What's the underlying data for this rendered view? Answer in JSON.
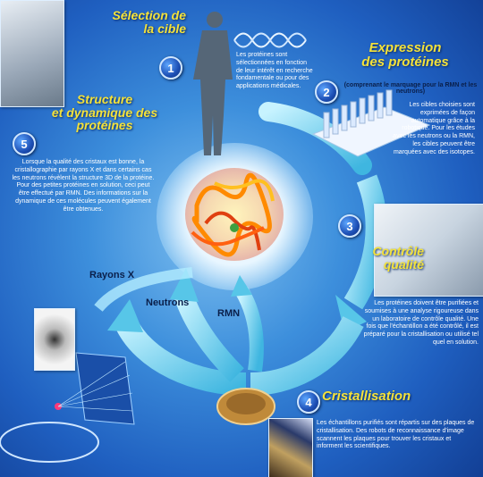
{
  "steps": [
    {
      "number": "1",
      "title_line1": "Sélection de",
      "title_line2": "la cible",
      "text": "Les protéines sont sélectionnées en fonction de leur intérêt en recherche fondamentale ou pour des applications médicales."
    },
    {
      "number": "2",
      "title_line1": "Expression",
      "title_line2": "des protéines",
      "subtitle": "(comprenant le marquage pour la RMN et les neutrons)",
      "text": "Les cibles choisies sont exprimées de façon automatique grâce à la robotique. Pour les études avec les neutrons ou la RMN, les cibles peuvent être marquées avec des isotopes."
    },
    {
      "number": "3",
      "title_line1": "Contrôle",
      "title_line2": "qualité",
      "text": "Les protéines doivent être purifiées et soumises à une analyse rigoureuse dans un laboratoire de contrôle qualité. Une fois que l'échantillon a été contrôlé, il est préparé pour la cristallisation ou utilisé tel quel en solution."
    },
    {
      "number": "4",
      "title_line1": "Cristallisation",
      "text": "Les échantillons purifiés sont répartis sur des plaques de cristallisation. Des robots de reconnaissance d'image scannent les plaques pour trouver les cristaux et informent les scientifiques."
    },
    {
      "number": "5",
      "title_line1": "Structure",
      "title_line2": "et dynamique des",
      "title_line3": "protéines",
      "text": "Lorsque la qualité des cristaux est bonne, la cristallographie par rayons X et dans certains cas les neutrons révèlent la structure 3D de la protéine. Pour des petites protéines en solution, ceci peut être effectué par RMN. Des informations sur la dynamique de ces molécules peuvent également être obtenues."
    }
  ],
  "methods": {
    "xray": "Rayons X",
    "neutrons": "Neutrons",
    "nmr": "RMN"
  },
  "colors": {
    "title": "#f4e23a",
    "badge": "#1d4fb5",
    "arrow": "#7fdcf0"
  }
}
